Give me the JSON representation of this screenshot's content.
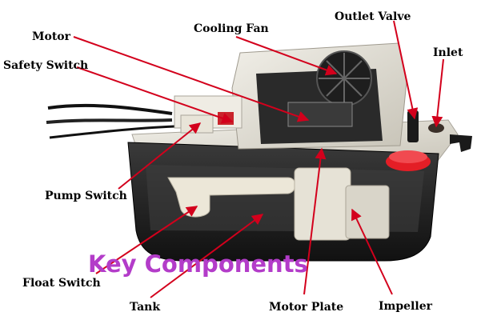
{
  "title": "Key Components",
  "colors": {
    "leader_line": "#d3001c",
    "title_text": "#b33cc9",
    "label_text": "#000000",
    "housing_dark": "#2a2a2a",
    "housing_light": "#dedbd2",
    "red_cap": "#e41e26"
  },
  "labels": {
    "motor": "Motor",
    "cooling_fan": "Cooling Fan",
    "outlet_valve": "Outlet Valve",
    "inlet": "Inlet",
    "safety_switch": "Safety Switch",
    "pump_switch": "Pump Switch",
    "float_switch": "Float Switch",
    "tank": "Tank",
    "motor_plate": "Motor Plate",
    "impeller": "Impeller"
  }
}
